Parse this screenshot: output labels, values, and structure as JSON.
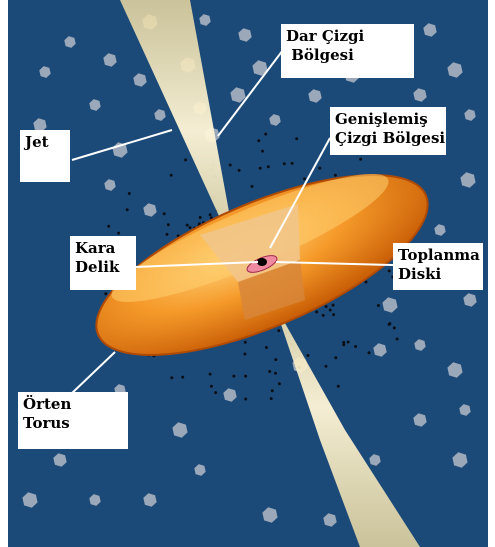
{
  "labels": {
    "dar_cizgi": "Dar Çizgi\n Bölgesi",
    "genislemis": "Genişlemiş\nÇizgi Bölgesi",
    "jet": "Jet",
    "kara_delik": "Kara\nDelik",
    "toplanma": "Toplanma\nDiski",
    "orten_torus": "Örten\nTorus"
  },
  "colors": {
    "background": "#1c4a78",
    "cloud": "#9aa8b9",
    "dust": "#0a0f18",
    "torus_outer": "#c25400",
    "torus_mid": "#ee8a1c",
    "torus_light": "#ffc25a",
    "jet": "#fff2c2",
    "accretion_disk": "#f08aa0",
    "black_hole": "#000000",
    "leader_line": "#ffffff"
  },
  "icons": [
    "black-hole-icon",
    "accretion-disk-icon",
    "torus-icon",
    "jet-icon",
    "cloud-icon"
  ]
}
